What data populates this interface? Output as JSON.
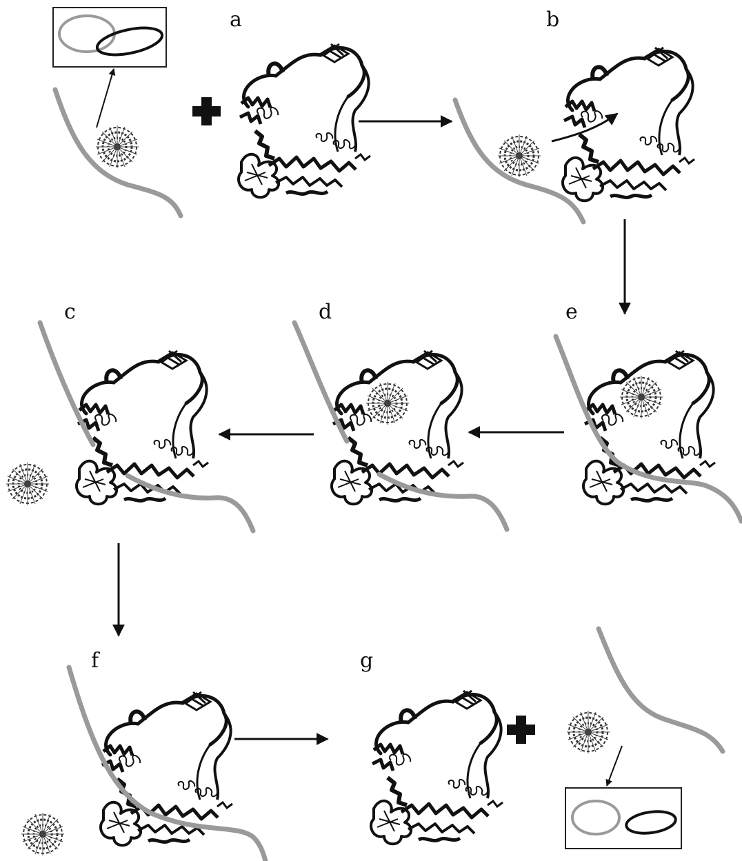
{
  "figure": {
    "panels": [
      {
        "id": "a",
        "label": "a"
      },
      {
        "id": "b",
        "label": "b"
      },
      {
        "id": "c",
        "label": "c"
      },
      {
        "id": "d",
        "label": "d"
      },
      {
        "id": "e",
        "label": "e"
      },
      {
        "id": "f",
        "label": "f"
      },
      {
        "id": "g",
        "label": "g"
      }
    ],
    "flow_order": [
      "a",
      "b",
      "e",
      "d",
      "c",
      "f",
      "g"
    ],
    "colors": {
      "dna": "#9a9a9a",
      "protein": "#111111",
      "nucleosome": "#333333",
      "plus_sign": "#111111",
      "box_border": "#222222",
      "ring_grey": "#9a9a9a",
      "ring_black": "#111111"
    },
    "glyphs": {
      "plus": "plus-icon",
      "arrow": "arrow-icon",
      "dna": "dna-strand-icon",
      "nucleosome": "nucleosome-icon",
      "protein": "protein-ribbon-icon",
      "plasmid_box": "interlocked-rings-icon"
    }
  }
}
